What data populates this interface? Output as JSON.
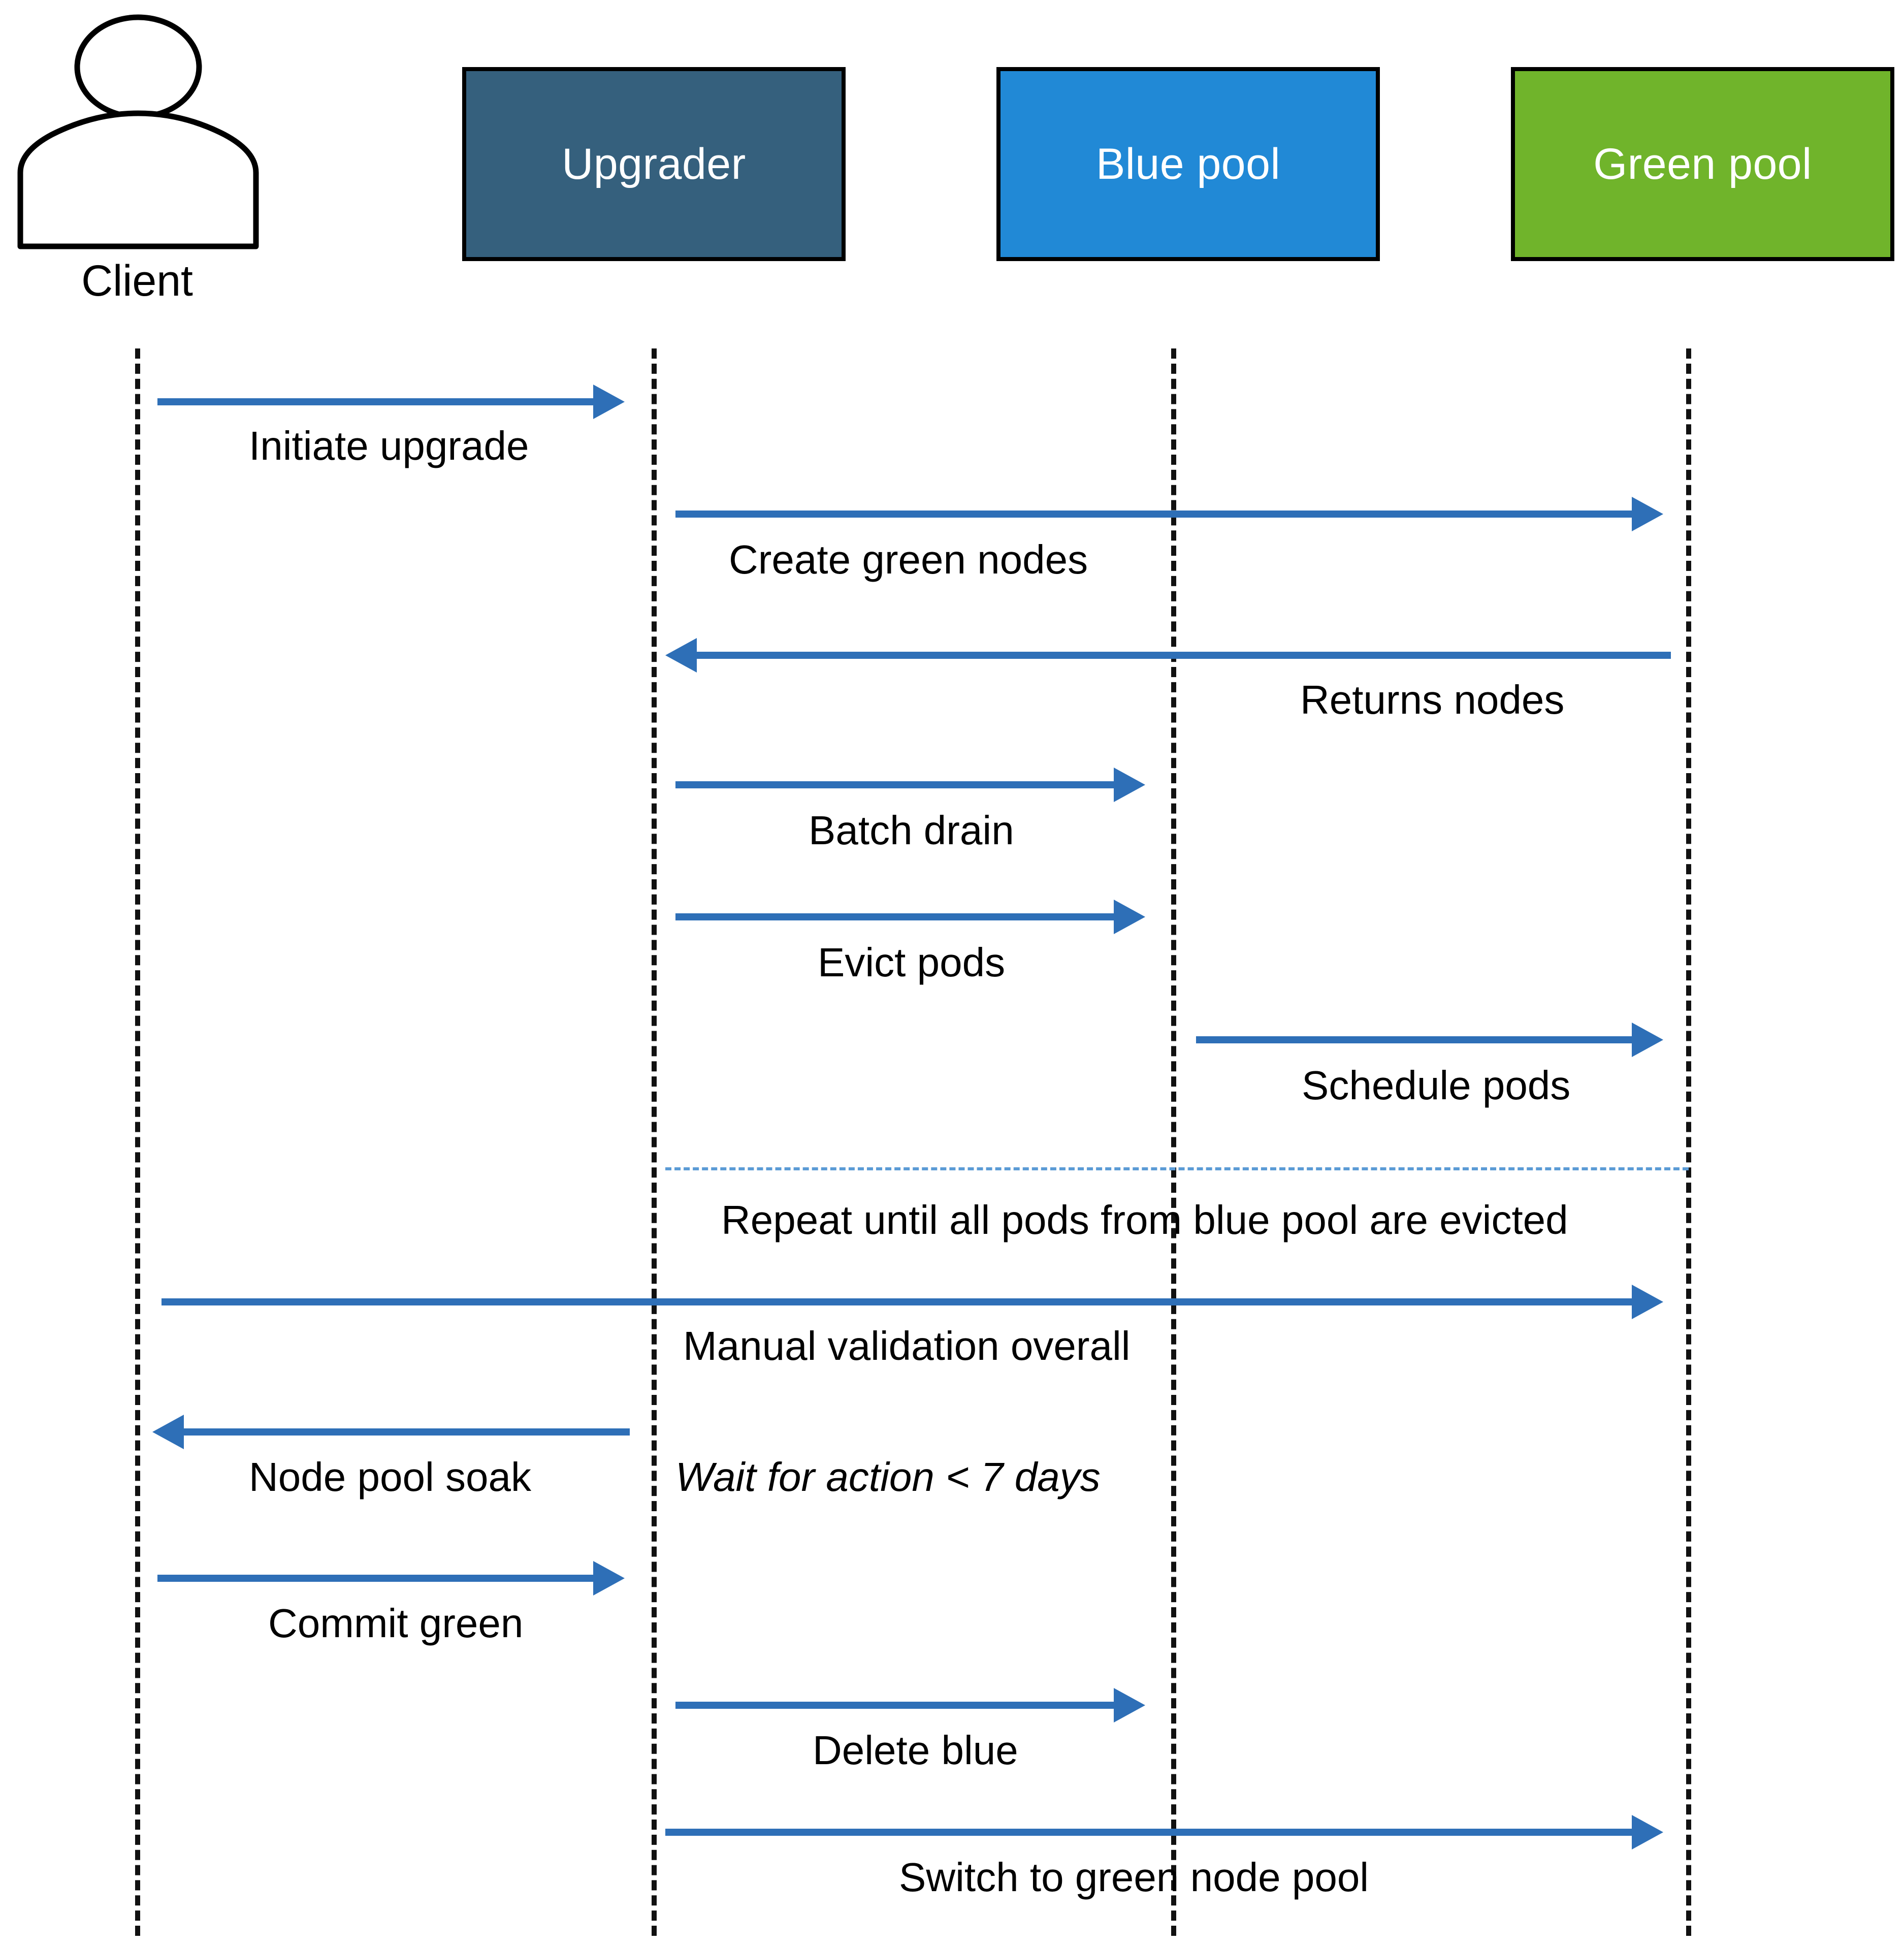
{
  "diagram": {
    "type": "sequence-diagram",
    "title": "Blue/green node pool upgrade sequence",
    "colors": {
      "upgrader_box": "#35607D",
      "blue_pool_box": "#2189D6",
      "green_pool_box": "#70B42B",
      "arrow": "#2E6FB7",
      "lifeline": "#111111",
      "separator": "#5B9BD5",
      "header_label": "#FFFFFF",
      "message_label": "#000000",
      "background": "#FFFFFF"
    },
    "participants": [
      {
        "id": "client",
        "label": "Client",
        "kind": "actor"
      },
      {
        "id": "upgrader",
        "label": "Upgrader",
        "kind": "box"
      },
      {
        "id": "blue_pool",
        "label": "Blue pool",
        "kind": "box"
      },
      {
        "id": "green_pool",
        "label": "Green pool",
        "kind": "box"
      }
    ],
    "messages": [
      {
        "index": 1,
        "label": "Initiate upgrade",
        "from": "client",
        "to": "upgrader",
        "direction": "right",
        "style": "solid"
      },
      {
        "index": 2,
        "label": "Create green nodes",
        "from": "upgrader",
        "to": "green_pool",
        "direction": "right",
        "style": "solid"
      },
      {
        "index": 3,
        "label": "Returns nodes",
        "from": "green_pool",
        "to": "upgrader",
        "direction": "left",
        "style": "solid"
      },
      {
        "index": 4,
        "label": "Batch drain",
        "from": "upgrader",
        "to": "blue_pool",
        "direction": "right",
        "style": "solid"
      },
      {
        "index": 5,
        "label": "Evict pods",
        "from": "upgrader",
        "to": "blue_pool",
        "direction": "right",
        "style": "solid"
      },
      {
        "index": 6,
        "label": "Schedule pods",
        "from": "blue_pool",
        "to": "green_pool",
        "direction": "right",
        "style": "solid"
      },
      {
        "index": 7,
        "label": "Manual validation overall",
        "from": "client",
        "to": "green_pool",
        "direction": "right",
        "style": "solid"
      },
      {
        "index": 8,
        "label": "Node pool soak",
        "from": "upgrader",
        "to": "client",
        "direction": "left",
        "style": "solid"
      },
      {
        "index": 9,
        "label": "Commit green",
        "from": "client",
        "to": "upgrader",
        "direction": "right",
        "style": "solid"
      },
      {
        "index": 10,
        "label": "Delete blue",
        "from": "upgrader",
        "to": "blue_pool",
        "direction": "right",
        "style": "solid"
      },
      {
        "index": 11,
        "label": "Switch to green node pool",
        "from": "upgrader",
        "to": "green_pool",
        "direction": "right",
        "style": "solid"
      }
    ],
    "notes": [
      {
        "id": "wait-note",
        "label": "Wait for action < 7 days",
        "style": "italic",
        "near": "upgrader"
      }
    ],
    "separators": [
      {
        "id": "repeat-separator",
        "label": "Repeat until all pods from blue pool are evicted",
        "style": "dashed"
      }
    ]
  }
}
